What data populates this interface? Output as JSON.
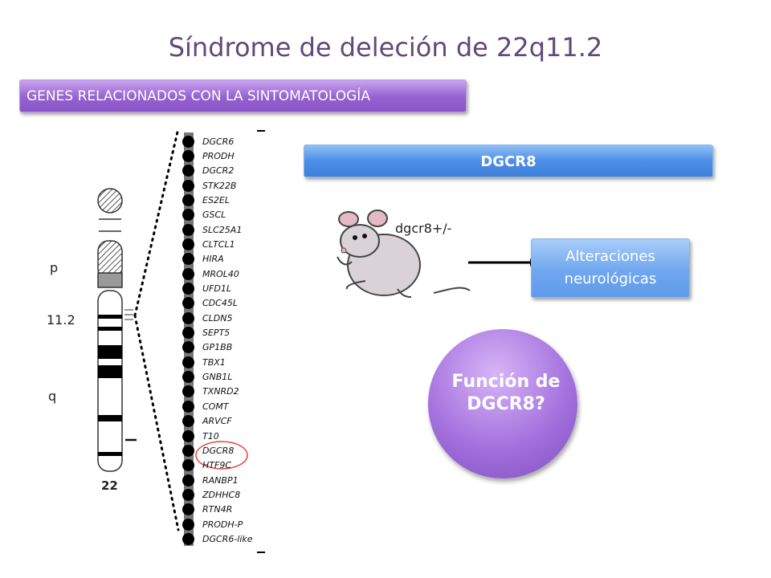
{
  "title": "Síndrome de deleción de 22q11.2",
  "genes_box": "GENES RELACIONADOS CON LA SINTOMATOLOGÍA",
  "dgcr8_box": "DGCR8",
  "mouse_label": "dgcr8+/-",
  "alteraciones": "Alteraciones neurológicas",
  "circle_text": "Función de DGCR8?",
  "chromosome": {
    "p_label": "p",
    "band_label": "11.2",
    "q_label": "q",
    "number": "22"
  },
  "genes": [
    "DGCR6",
    "PRODH",
    "DGCR2",
    "STK22B",
    "ES2EL",
    "GSCL",
    "SLC25A1",
    "CLTCL1",
    "HIRA",
    "MROL40",
    "UFD1L",
    "CDC45L",
    "CLDN5",
    "SEPT5",
    "GP1BB",
    "TBX1",
    "GNB1L",
    "TXNRD2",
    "COMT",
    "ARVCF",
    "T10",
    "DGCR8",
    "HTF9C",
    "RANBP1",
    "ZDHHC8",
    "RTN4R",
    "PRODH-P",
    "DGCR6-like"
  ],
  "highlighted_gene": "DGCR8",
  "colors": {
    "title": "#5f497a",
    "purple": "#9461cf",
    "blue": "#4d8ee6",
    "highlight": "#e0453a"
  }
}
